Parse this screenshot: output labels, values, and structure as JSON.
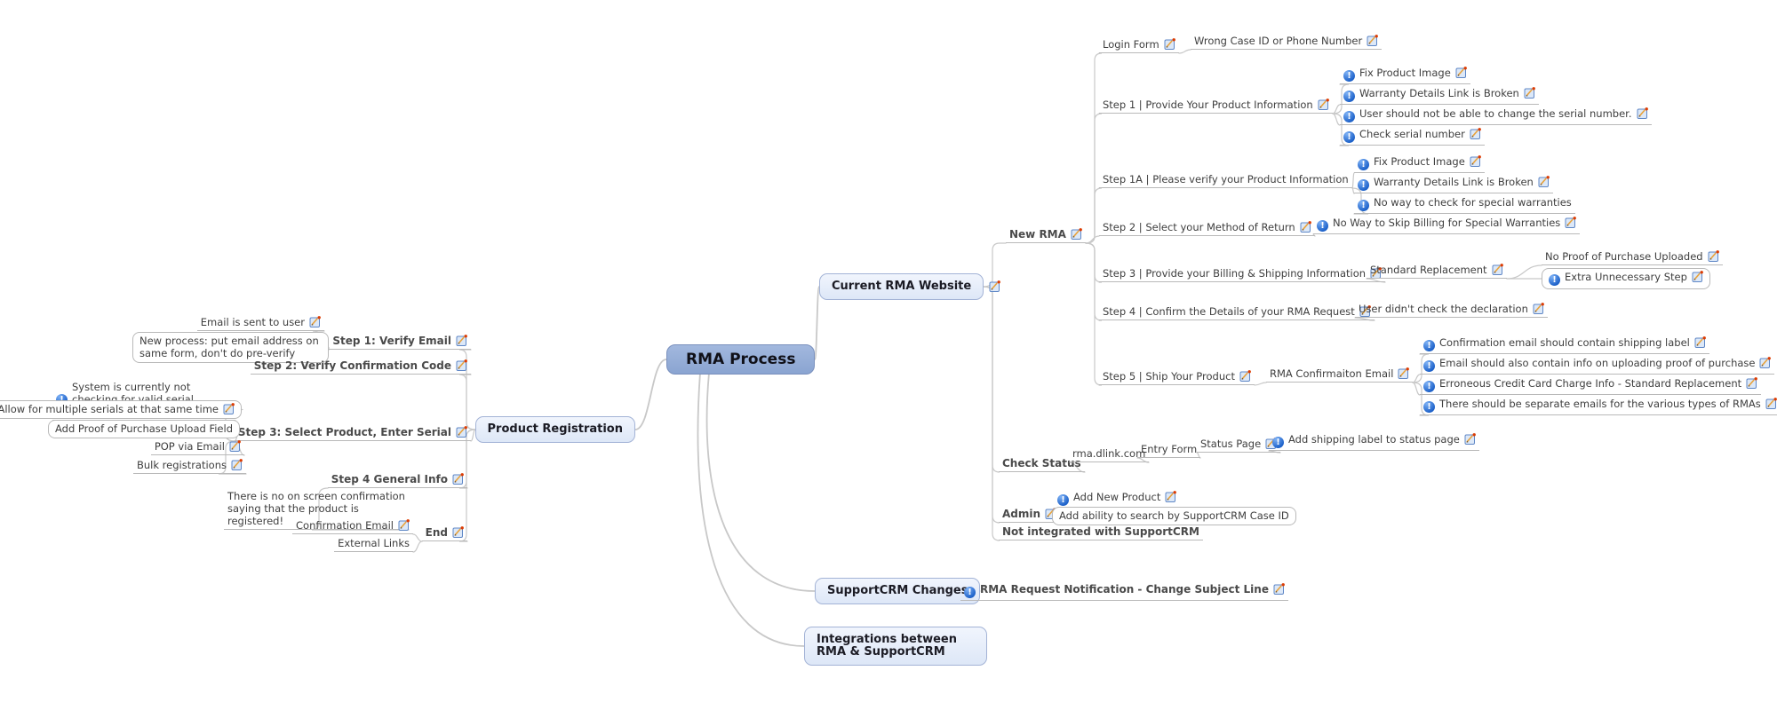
{
  "app": "mind-map",
  "colors": {
    "root_fill": "#8aa4d1",
    "branch_fill": "#e4ecf9",
    "edge": "#c8c8c8",
    "info_icon_blue": "#1a5fc8",
    "text": "#3e3e3e"
  },
  "icons": {
    "info": "info-exclamation-icon",
    "edit": "edit-note-pencil-icon"
  },
  "nodes": [
    {
      "id": "root",
      "label": "RMA Process",
      "type": "root"
    },
    {
      "id": "current-rma-website",
      "label": "Current RMA Website",
      "type": "branch",
      "parent": "root",
      "edit": true
    },
    {
      "id": "new-rma",
      "label": "New RMA",
      "type": "fork",
      "bold": true,
      "edit": true,
      "parent": "current-rma-website"
    },
    {
      "id": "login-form",
      "label": "Login Form",
      "type": "fork",
      "edit": true,
      "parent": "new-rma"
    },
    {
      "id": "wrong-case-id",
      "label": "Wrong Case ID or Phone Number",
      "type": "fork",
      "edit": true,
      "parent": "login-form"
    },
    {
      "id": "step1-provide",
      "label": "Step 1 | Provide Your Product Information",
      "type": "fork",
      "edit": true,
      "parent": "new-rma"
    },
    {
      "id": "fix-product-image-1",
      "label": "Fix Product Image",
      "type": "fork",
      "info": true,
      "edit": true,
      "parent": "step1-provide"
    },
    {
      "id": "warranty-link-broken-1",
      "label": "Warranty Details Link is Broken",
      "type": "fork",
      "info": true,
      "edit": true,
      "parent": "step1-provide"
    },
    {
      "id": "user-should-not-change-serial",
      "label": "User should not be able to change the serial number.",
      "type": "fork",
      "info": true,
      "edit": true,
      "parent": "step1-provide"
    },
    {
      "id": "check-serial-number",
      "label": "Check serial number",
      "type": "fork",
      "info": true,
      "edit": true,
      "parent": "step1-provide"
    },
    {
      "id": "step1a-verify",
      "label": "Step 1A | Please verify your Product Information",
      "type": "fork",
      "parent": "new-rma"
    },
    {
      "id": "fix-product-image-2",
      "label": "Fix Product Image",
      "type": "fork",
      "info": true,
      "edit": true,
      "parent": "step1a-verify"
    },
    {
      "id": "warranty-link-broken-2",
      "label": "Warranty Details Link is Broken",
      "type": "fork",
      "info": true,
      "edit": true,
      "parent": "step1a-verify"
    },
    {
      "id": "no-way-check-special-warranties",
      "label": "No way to check for special warranties",
      "type": "fork",
      "info": true,
      "parent": "step1a-verify"
    },
    {
      "id": "step2-method-return",
      "label": "Step 2 | Select your Method of Return",
      "type": "fork",
      "edit": true,
      "parent": "new-rma"
    },
    {
      "id": "no-skip-billing",
      "label": "No Way to Skip Billing for Special Warranties",
      "type": "fork",
      "info": true,
      "edit": true,
      "parent": "step2-method-return"
    },
    {
      "id": "step3-billing-shipping",
      "label": "Step 3 | Provide your Billing & Shipping Information",
      "type": "fork",
      "edit": true,
      "parent": "new-rma"
    },
    {
      "id": "standard-replacement",
      "label": "Standard Replacement",
      "type": "fork",
      "edit": true,
      "parent": "step3-billing-shipping"
    },
    {
      "id": "no-proof-uploaded",
      "label": "No Proof of Purchase Uploaded",
      "type": "fork",
      "edit": true,
      "parent": "standard-replacement"
    },
    {
      "id": "extra-unnecessary-step",
      "label": "Extra Unnecessary Step",
      "type": "bubble",
      "info": true,
      "edit": true,
      "parent": "standard-replacement"
    },
    {
      "id": "step4-confirm-details",
      "label": "Step 4 | Confirm the Details of your RMA Request",
      "type": "fork",
      "edit": true,
      "parent": "new-rma"
    },
    {
      "id": "user-didnt-check-declaration",
      "label": "User didn't check the declaration",
      "type": "fork",
      "edit": true,
      "parent": "step4-confirm-details"
    },
    {
      "id": "step5-ship-product",
      "label": "Step 5 | Ship Your Product",
      "type": "fork",
      "edit": true,
      "parent": "new-rma"
    },
    {
      "id": "rma-confirmation-email",
      "label": "RMA Confirmaiton Email",
      "type": "fork",
      "edit": true,
      "parent": "step5-ship-product"
    },
    {
      "id": "confirmation-email-shipping-label",
      "label": "Confirmation email should contain shipping label",
      "type": "fork",
      "info": true,
      "edit": true,
      "parent": "rma-confirmation-email"
    },
    {
      "id": "email-info-proof-purchase",
      "label": "Email should also contain info on uploading proof of purchase",
      "type": "fork",
      "info": true,
      "edit": true,
      "parent": "rma-confirmation-email"
    },
    {
      "id": "erroneous-credit-card",
      "label": "Erroneous Credit Card Charge Info - Standard Replacement",
      "type": "fork",
      "info": true,
      "edit": true,
      "parent": "rma-confirmation-email"
    },
    {
      "id": "separate-emails-rma-types",
      "label": "There should be separate emails for the various types of RMAs",
      "type": "fork",
      "info": true,
      "edit": true,
      "parent": "rma-confirmation-email"
    },
    {
      "id": "check-status",
      "label": "Check Status",
      "type": "fork",
      "bold": true,
      "parent": "current-rma-website"
    },
    {
      "id": "rma-dlink-com",
      "label": "rma.dlink.com",
      "type": "fork",
      "parent": "check-status"
    },
    {
      "id": "entry-form",
      "label": "Entry Form",
      "type": "fork",
      "parent": "rma-dlink-com"
    },
    {
      "id": "status-page",
      "label": "Status Page",
      "type": "fork",
      "edit": true,
      "parent": "entry-form"
    },
    {
      "id": "add-shipping-label-status",
      "label": "Add shipping label to status page",
      "type": "fork",
      "info": true,
      "edit": true,
      "parent": "status-page"
    },
    {
      "id": "admin",
      "label": "Admin",
      "type": "fork",
      "bold": true,
      "edit": true,
      "parent": "current-rma-website"
    },
    {
      "id": "add-new-product",
      "label": "Add New Product",
      "type": "fork",
      "info": true,
      "edit": true,
      "parent": "admin"
    },
    {
      "id": "search-supportcrm-case-id",
      "label": "Add ability to search by SupportCRM Case ID",
      "type": "bubble",
      "parent": "admin"
    },
    {
      "id": "not-integrated-supportcrm",
      "label": "Not integrated with SupportCRM",
      "type": "fork",
      "bold": true,
      "parent": "current-rma-website"
    },
    {
      "id": "supportcrm-changes",
      "label": "SupportCRM Changes",
      "type": "branch",
      "parent": "root"
    },
    {
      "id": "rma-request-notification",
      "label": "RMA Request Notification - Change Subject Line",
      "type": "fork",
      "bold": true,
      "info": true,
      "edit": true,
      "parent": "supportcrm-changes"
    },
    {
      "id": "integrations-rma-supportcrm",
      "label": "Integrations between RMA & SupportCRM",
      "type": "branch",
      "wrap": true,
      "parent": "root"
    },
    {
      "id": "product-registration",
      "label": "Product Registration",
      "type": "branch",
      "side": "left",
      "parent": "root"
    },
    {
      "id": "step1-verify-email",
      "label": "Step 1: Verify Email",
      "type": "fork",
      "bold": true,
      "edit": true,
      "side": "left",
      "parent": "product-registration"
    },
    {
      "id": "email-sent-to-user",
      "label": "Email is sent to user",
      "type": "fork",
      "edit": true,
      "side": "left",
      "parent": "step1-verify-email"
    },
    {
      "id": "new-process-email",
      "label": "New process: put email address on same form, don't do pre-verify",
      "type": "bubble",
      "wrap": true,
      "side": "left",
      "parent": "step1-verify-email"
    },
    {
      "id": "step2-verify-code",
      "label": "Step 2: Verify Confirmation Code",
      "type": "fork",
      "bold": true,
      "edit": true,
      "side": "left",
      "parent": "product-registration"
    },
    {
      "id": "step3-select-product",
      "label": "Step 3: Select Product, Enter Serial",
      "type": "fork",
      "bold": true,
      "edit": true,
      "side": "left",
      "parent": "product-registration"
    },
    {
      "id": "system-not-checking-serial",
      "label": "System is currently not checking for valid serial number",
      "type": "fork",
      "info": true,
      "wrap": true,
      "side": "left",
      "parent": "step3-select-product"
    },
    {
      "id": "allow-multiple-serials",
      "label": "Allow for multiple serials at that same time",
      "type": "bubble",
      "edit": true,
      "side": "left",
      "parent": "step3-select-product"
    },
    {
      "id": "add-pop-upload-field",
      "label": "Add Proof of Purchase Upload Field",
      "type": "bubble",
      "side": "left",
      "parent": "step3-select-product"
    },
    {
      "id": "pop-via-email",
      "label": "POP via Email",
      "type": "fork",
      "edit": true,
      "side": "left",
      "parent": "step3-select-product"
    },
    {
      "id": "bulk-registrations",
      "label": "Bulk registrations",
      "type": "fork",
      "edit": true,
      "side": "left",
      "parent": "step3-select-product"
    },
    {
      "id": "step4-general-info",
      "label": "Step 4 General Info",
      "type": "fork",
      "bold": true,
      "edit": true,
      "side": "left",
      "parent": "product-registration"
    },
    {
      "id": "no-onscreen-confirmation",
      "label": "There is no on screen confirmation saying that the product is registered!",
      "type": "fork",
      "wrap": true,
      "side": "left",
      "parent": "step4-general-info"
    },
    {
      "id": "end",
      "label": "End",
      "type": "fork",
      "bold": true,
      "edit": true,
      "side": "left",
      "parent": "product-registration"
    },
    {
      "id": "confirmation-email",
      "label": "Confirmation Email",
      "type": "fork",
      "edit": true,
      "side": "left",
      "parent": "end"
    },
    {
      "id": "external-links",
      "label": "External Links",
      "type": "fork",
      "side": "left",
      "parent": "end"
    }
  ]
}
